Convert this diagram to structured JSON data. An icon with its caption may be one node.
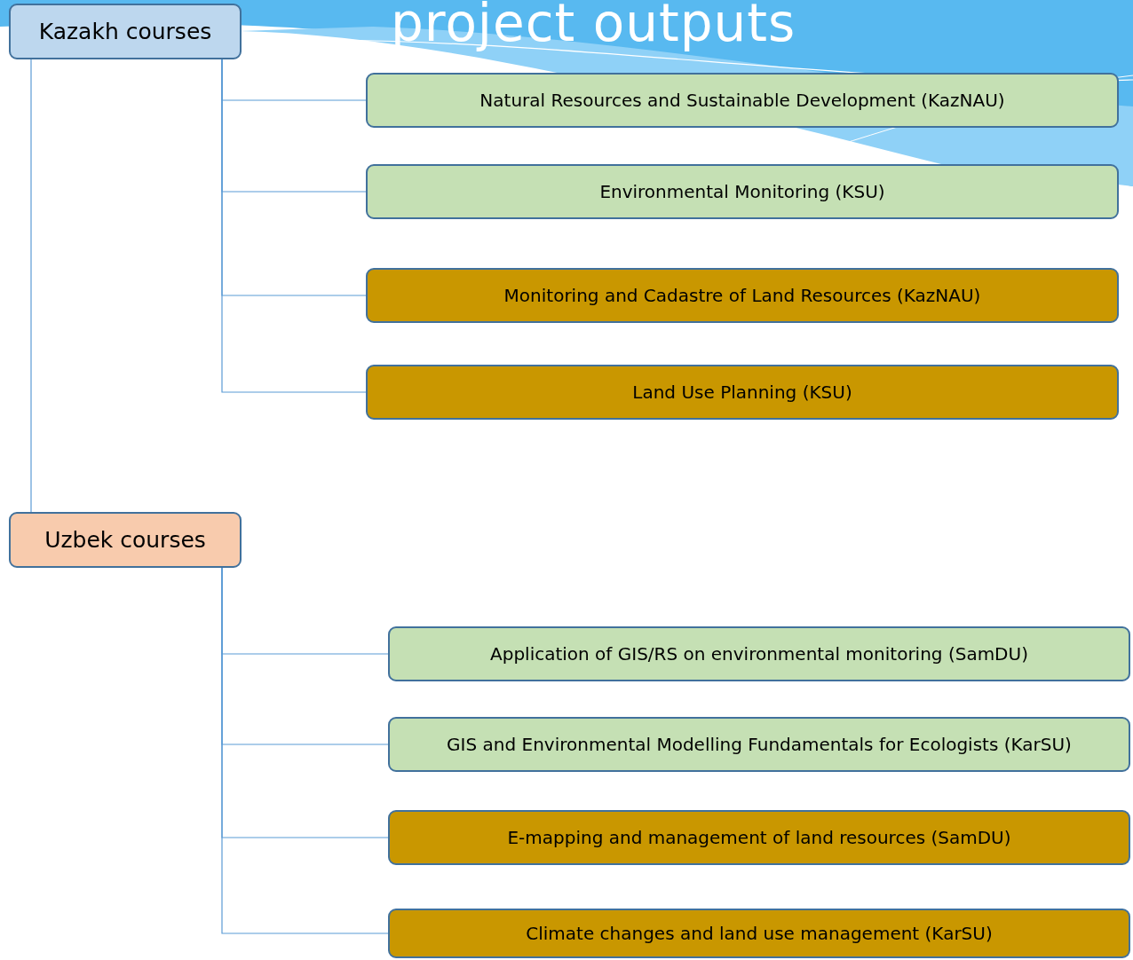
{
  "diagram": {
    "title": "project outputs",
    "nodes": [
      {
        "text": [
          "Kazakh courses"
        ]
      },
      {
        "text": [
          "Uzbek courses"
        ]
      },
      {
        "text": [
          "Natural Resources and Sustainable Development (KazNAU)"
        ]
      },
      {
        "text": [
          "Environmental Monitoring (KSU)"
        ]
      },
      {
        "text": [
          "Monitoring and Cadastre of Land Resources (KazNAU)"
        ]
      },
      {
        "text": [
          "Land Use Planning (KSU)"
        ]
      },
      {
        "text": [
          "Application of GIS/RS on environmental monitoring (SamDU)"
        ]
      },
      {
        "text": [
          "GIS and Environmental Modelling Fundamentals for Ecologists (KarSU)"
        ]
      },
      {
        "text": [
          "E-mapping and management of land resources (SamDU)"
        ]
      },
      {
        "text": [
          "Climate changes and land use management (KarSU)"
        ]
      }
    ],
    "edges": [
      {
        "from": 0,
        "to": 1,
        "arrow": "none"
      },
      {
        "from": 0,
        "to": 2,
        "arrow": "none"
      },
      {
        "from": 0,
        "to": 3,
        "arrow": "none"
      },
      {
        "from": 0,
        "to": 4,
        "arrow": "none"
      },
      {
        "from": 0,
        "to": 5,
        "arrow": "none"
      },
      {
        "from": 1,
        "to": 6,
        "arrow": "none"
      },
      {
        "from": 1,
        "to": 7,
        "arrow": "none"
      },
      {
        "from": 1,
        "to": 8,
        "arrow": "none"
      },
      {
        "from": 1,
        "to": 9,
        "arrow": "none"
      }
    ]
  }
}
